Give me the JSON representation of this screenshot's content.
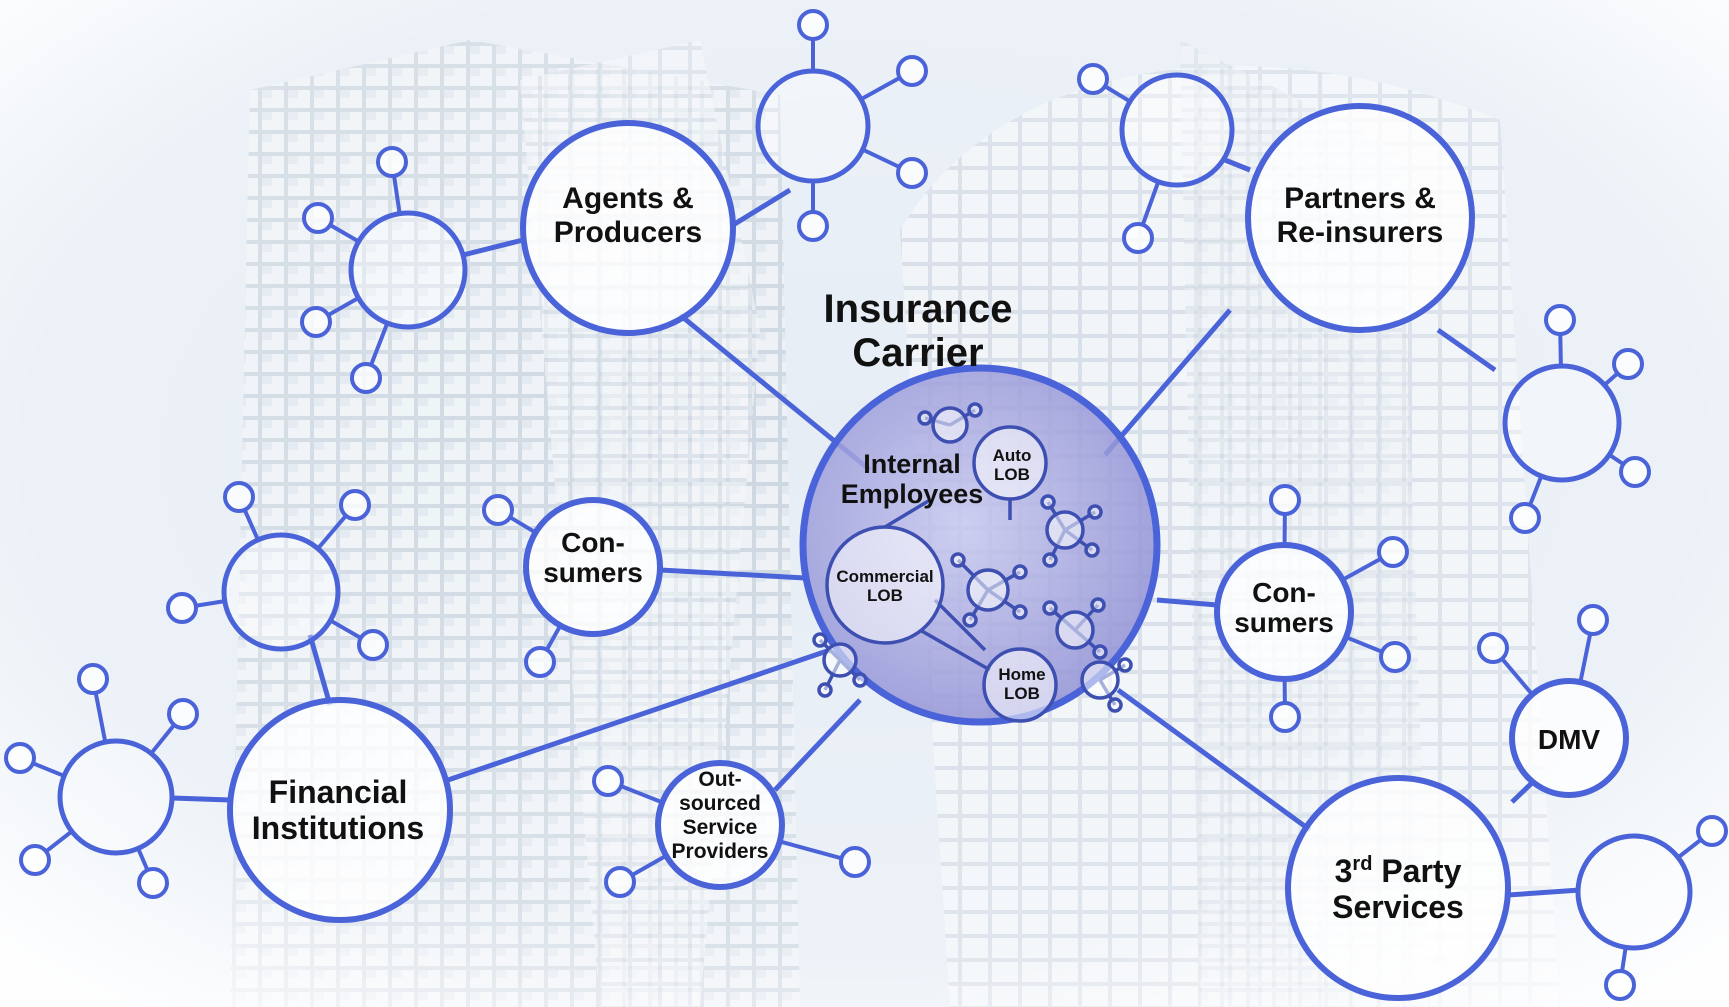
{
  "diagram": {
    "title_line1": "Insurance",
    "title_line2": "Carrier",
    "colors": {
      "edge": "#4a63d8",
      "inner": "#3d4fb0",
      "center_fill": "#9fa6e0",
      "sky": "#d9e3ef"
    },
    "center": {
      "line1": "Internal",
      "line2": "Employees",
      "auto": [
        "Auto",
        "LOB"
      ],
      "commercial": [
        "Commercial",
        "LOB"
      ],
      "home": [
        "Home",
        "LOB"
      ]
    },
    "nodes": {
      "agents": [
        "Agents &",
        "Producers"
      ],
      "partners": [
        "Partners &",
        "Re-insurers"
      ],
      "consumers_left": [
        "Con-",
        "sumers"
      ],
      "consumers_right": [
        "Con-",
        "sumers"
      ],
      "financial": [
        "Financial",
        "Institutions"
      ],
      "outsourced": [
        "Out-",
        "sourced",
        "Service",
        "Providers"
      ],
      "third_party_line1_prefix": "3",
      "third_party_line1_sup": "rd",
      "third_party_line1_suffix": " Party",
      "third_party_line2": "Services",
      "dmv": "DMV"
    }
  }
}
